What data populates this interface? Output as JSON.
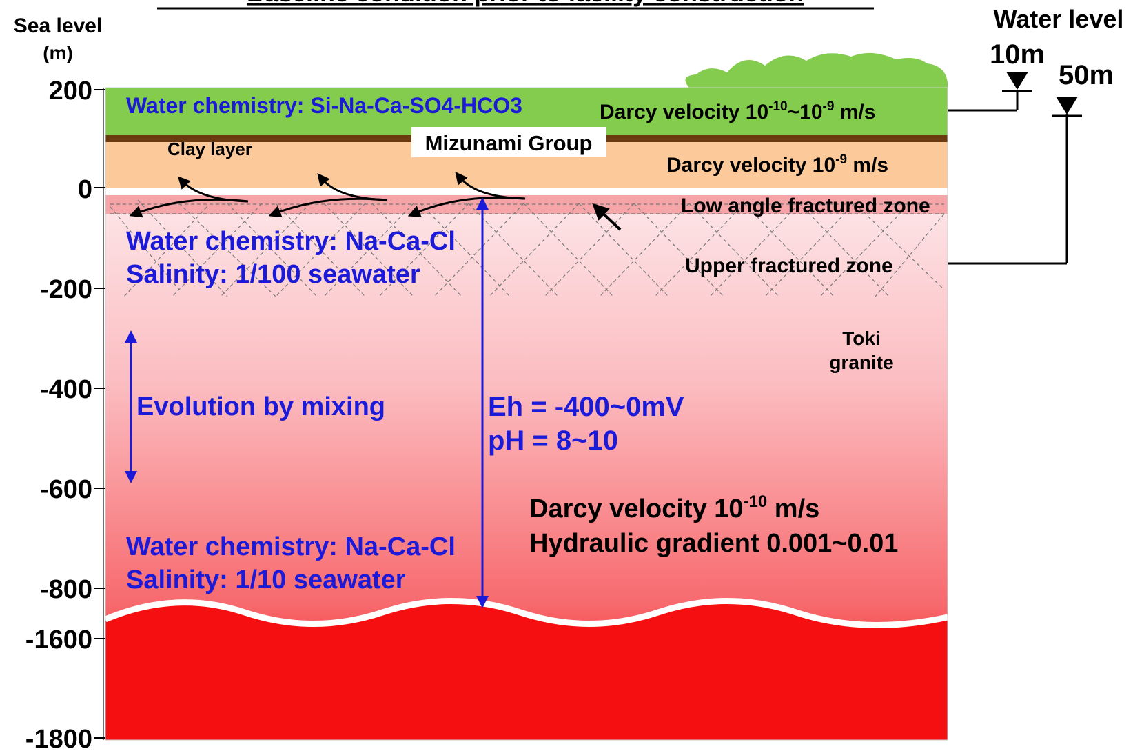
{
  "title": "Baseline condition prior to facility construction",
  "axis": {
    "label_line1": "Sea level",
    "label_line2": "(m)",
    "ticks": [
      "200",
      "0",
      "-200",
      "-400",
      "-600",
      "-800",
      "-1600",
      "-1800"
    ]
  },
  "water_level": {
    "label": "Water level",
    "marker1": "10m",
    "marker2": "50m"
  },
  "layers": {
    "surface_chem": "Water chemistry: Si-Na-Ca-SO4-HCO3",
    "darcy_top_prefix": "Darcy velocity 10",
    "darcy_top_exp1": "-10",
    "darcy_top_mid": "~10",
    "darcy_top_exp2": "-9",
    "darcy_top_unit": " m/s",
    "clay": "Clay layer",
    "mizunami": "Mizunami Group",
    "darcy_mid_prefix": "Darcy velocity 10",
    "darcy_mid_exp": "-9",
    "darcy_mid_unit": " m/s",
    "low_angle": "Low angle fractured zone",
    "upper_fractured": "Upper fractured zone",
    "toki_line1": "Toki",
    "toki_line2": "granite"
  },
  "chemistry": {
    "upper_chem": "Water chemistry: Na-Ca-Cl",
    "upper_salinity": "Salinity: 1/100 seawater",
    "evolution": "Evolution by mixing",
    "lower_chem": "Water chemistry: Na-Ca-Cl",
    "lower_salinity": "Salinity: 1/10 seawater"
  },
  "redox": {
    "eh": "Eh = -400~0mV",
    "ph": "pH = 8~10"
  },
  "hydraulics": {
    "darcy_prefix": "Darcy velocity 10",
    "darcy_exp": "-10",
    "darcy_unit": " m/s",
    "gradient": "Hydraulic gradient 0.001~0.01"
  },
  "colors": {
    "surface_green": "#83cc4c",
    "clay_brown": "#6b3a10",
    "mizunami_peach": "#fbc898",
    "fracture_pink": "#f4a0a4",
    "granite_top": "#fde2e4",
    "granite_bottom": "#f40000",
    "text_blue": "#1a1ad8"
  }
}
